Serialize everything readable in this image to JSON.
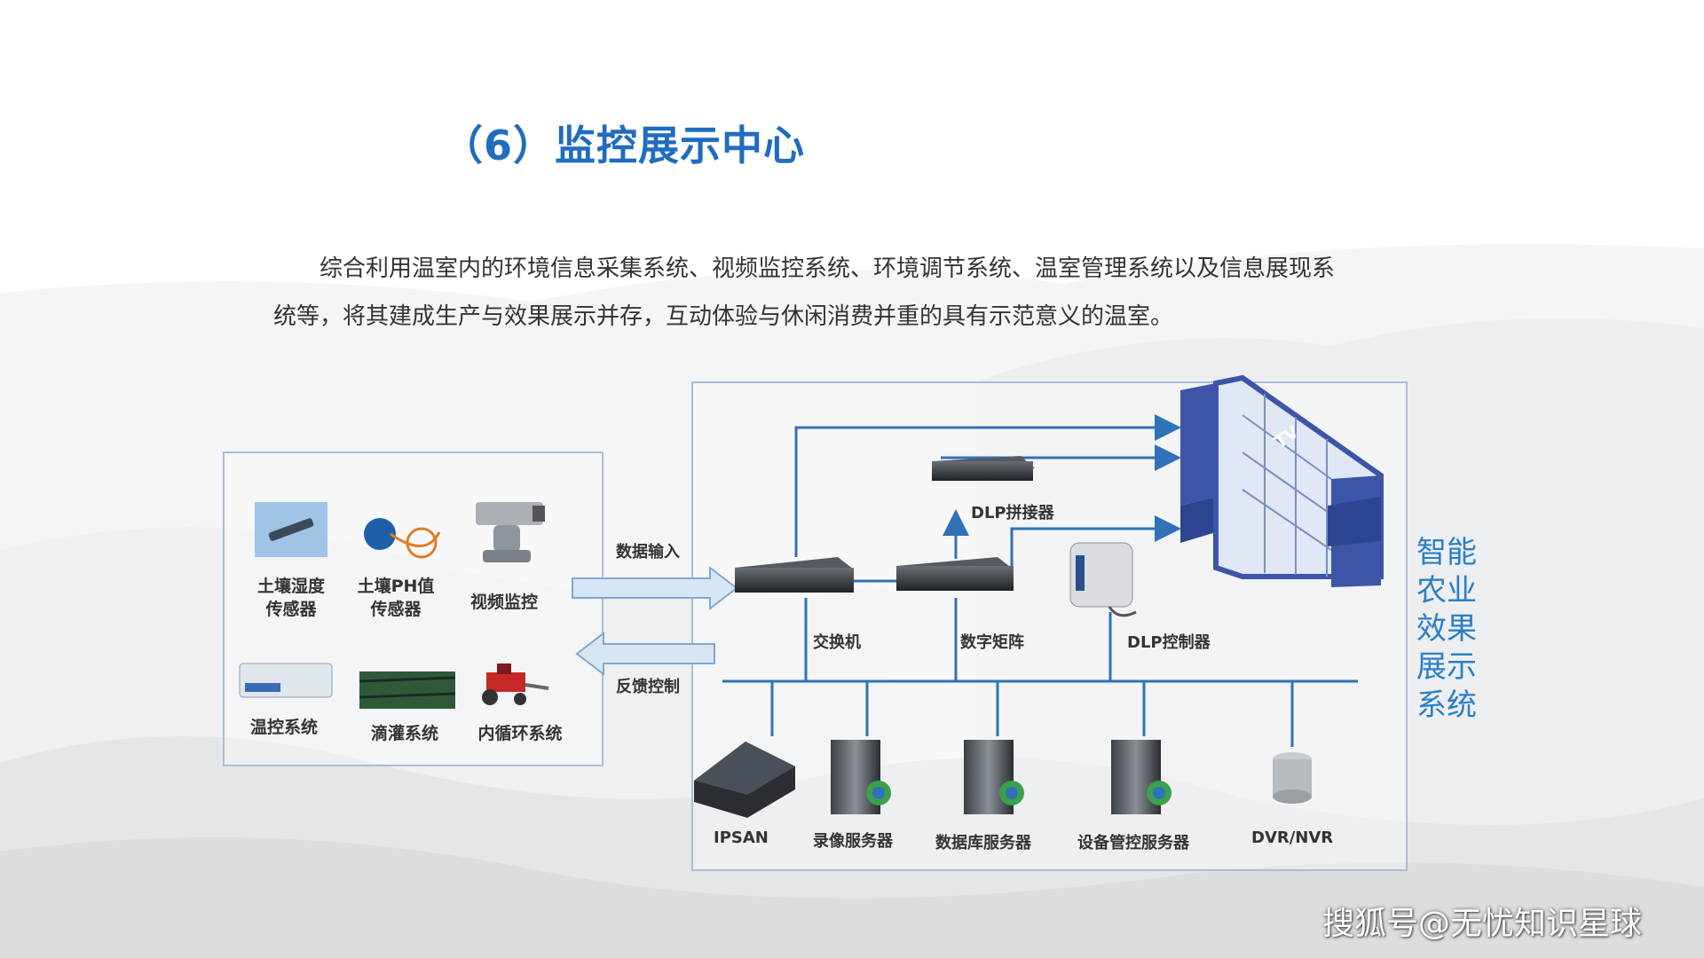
{
  "title": "（6）监控展示中心",
  "paragraph": "综合利用温室内的环境信息采集系统、视频监控系统、环境调节系统、温室管理系统以及信息展现系统等，将其建成生产与效果展示并存，互动体验与休闲消费并重的具有示范意义的温室。",
  "left_panel": {
    "soil_humidity": [
      "土壤湿度",
      "传感器"
    ],
    "soil_ph": [
      "土壤PH值",
      "传感器"
    ],
    "video": "视频监控",
    "temp_control": "温控系统",
    "drip": "滴灌系统",
    "circulation": "内循环系统"
  },
  "arrows": {
    "data_input": "数据输入",
    "feedback": "反馈控制"
  },
  "right_panel": {
    "dlp_splicer": "DLP拼接器",
    "switch": "交换机",
    "matrix": "数字矩阵",
    "dlp_controller": "DLP控制器",
    "tv": "TV",
    "ipsan": "IPSAN",
    "recorder": "录像服务器",
    "db_server": "数据库服务器",
    "device_server": "设备管控服务器",
    "dvr": "DVR/NVR"
  },
  "side_label": [
    "智能",
    "农业",
    "效果",
    "展示",
    "系统"
  ],
  "watermark": "搜狐号@无忧知识星球",
  "colors": {
    "title": "#1f6cc0",
    "side_label": "#2a7fc6",
    "line": "#2f72b8",
    "box_border": "#a9bdd6"
  }
}
